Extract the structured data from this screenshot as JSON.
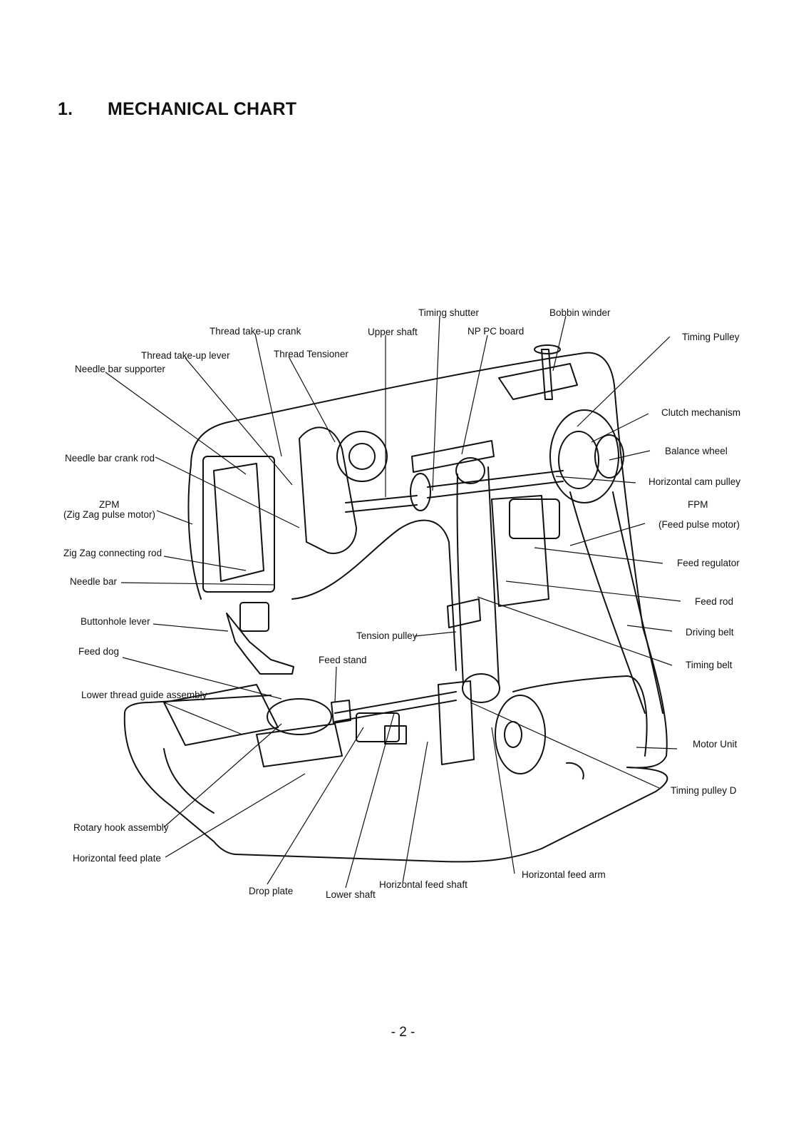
{
  "heading": {
    "number": "1.",
    "title": "MECHANICAL CHART"
  },
  "page_number": "- 2 -",
  "labels": {
    "timing_shutter": "Timing shutter",
    "bobbin_winder": "Bobbin winder",
    "thread_take_up_crank": "Thread take-up crank",
    "upper_shaft": "Upper shaft",
    "np_pc_board": "NP PC board",
    "timing_pulley": "Timing Pulley",
    "thread_take_up_lever": "Thread take-up lever",
    "thread_tensioner": "Thread Tensioner",
    "needle_bar_supporter": "Needle bar supporter",
    "clutch_mechanism": "Clutch mechanism",
    "balance_wheel": "Balance wheel",
    "needle_bar_crank_rod": "Needle bar crank rod",
    "horizontal_cam_pulley": "Horizontal cam pulley",
    "zpm": "ZPM",
    "zpm_full": "(Zig Zag pulse motor)",
    "fpm": "FPM",
    "fpm_full": "(Feed pulse motor)",
    "zig_zag_connecting_rod": "Zig Zag connecting rod",
    "feed_regulator": "Feed regulator",
    "needle_bar": "Needle bar",
    "feed_rod": "Feed rod",
    "buttonhole_lever": "Buttonhole lever",
    "driving_belt": "Driving belt",
    "tension_pulley": "Tension pulley",
    "feed_dog": "Feed dog",
    "feed_stand": "Feed stand",
    "timing_belt": "Timing belt",
    "lower_thread_guide_assembly": "Lower thread guide assembly",
    "motor_unit": "Motor Unit",
    "timing_pulley_d": "Timing pulley D",
    "rotary_hook_assembly": "Rotary hook assembly",
    "horizontal_feed_plate": "Horizontal feed plate",
    "horizontal_feed_arm": "Horizontal feed arm",
    "horizontal_feed_shaft": "Horizontal feed shaft",
    "drop_plate": "Drop plate",
    "lower_shaft": "Lower shaft"
  }
}
